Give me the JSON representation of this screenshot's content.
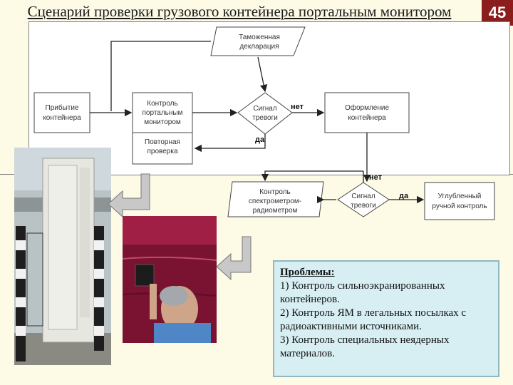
{
  "slide": {
    "title": "Сценарий проверки грузового контейнера портальным монитором",
    "page_number": "45"
  },
  "flowchart": {
    "customs_declaration": [
      "Таможенная",
      "декларация"
    ],
    "container_arrival": [
      "Прибытие",
      "контейнера"
    ],
    "portal_monitor_control": [
      "Контроль",
      "портальным",
      "монитором"
    ],
    "repeat_check": [
      "Повторная",
      "проверка"
    ],
    "alarm_signal_1": [
      "Сигнал",
      "тревоги"
    ],
    "container_clearance": [
      "Оформление",
      "контейнера"
    ],
    "spectrometer_control": [
      "Контроль",
      "спектрометром-",
      "радиометром"
    ],
    "alarm_signal_2": [
      "Сигнал",
      "тревоги"
    ],
    "manual_control": [
      "Углубленный",
      "ручной контроль"
    ],
    "label_no_1": "нет",
    "label_yes_1": "да",
    "label_no_2": "нет",
    "label_yes_2": "да"
  },
  "problems": {
    "heading": "Проблемы:",
    "items": [
      "1) Контроль сильноэкранированных контейнеров.",
      "2) Контроль ЯМ в легальных посылках с радиоактивными источниками.",
      "3) Контроль специальных неядерных материалов."
    ]
  },
  "colors": {
    "accent_red": "#8c1d1d",
    "problems_bg": "#d7eef3",
    "arrow_fill": "#c8c8c8"
  }
}
